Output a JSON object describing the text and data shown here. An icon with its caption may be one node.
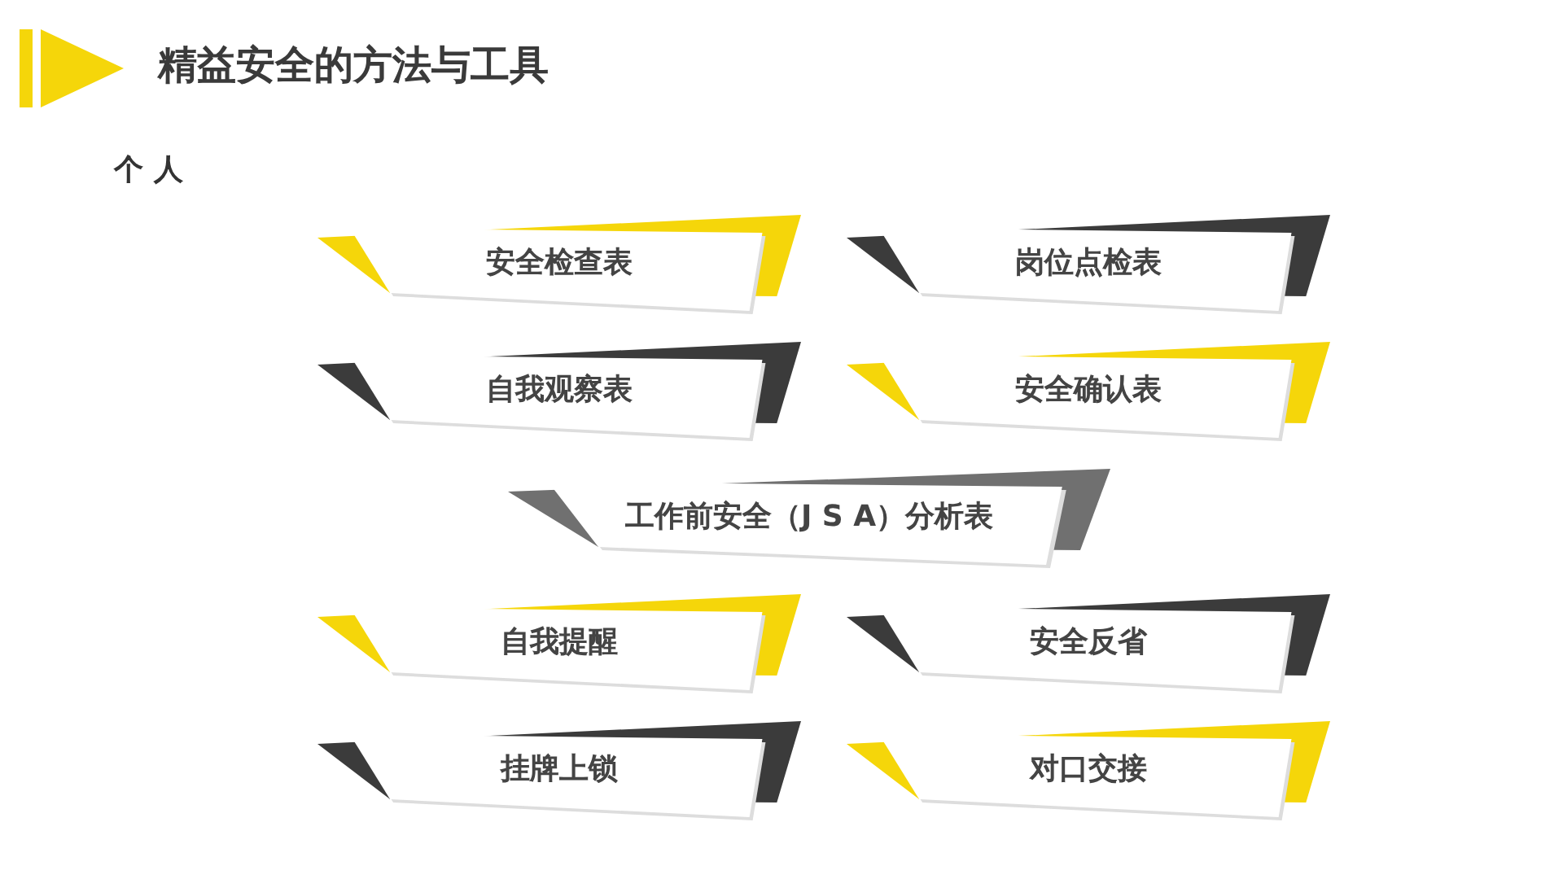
{
  "diagram": {
    "title": "精益安全的方法与工具",
    "nodes": [
      {
        "text": [
          "安全检查表"
        ]
      },
      {
        "text": [
          "岗位点检表"
        ]
      },
      {
        "text": [
          "自我观察表"
        ]
      },
      {
        "text": [
          "安全确认表"
        ]
      },
      {
        "text": [
          "工作前安全（J S A）分析表"
        ]
      },
      {
        "text": [
          "自我提醒"
        ]
      },
      {
        "text": [
          "安全反省"
        ]
      },
      {
        "text": [
          "挂牌上锁"
        ]
      },
      {
        "text": [
          "对口交接"
        ]
      }
    ],
    "edges": [],
    "labels": [
      "个 人"
    ]
  }
}
